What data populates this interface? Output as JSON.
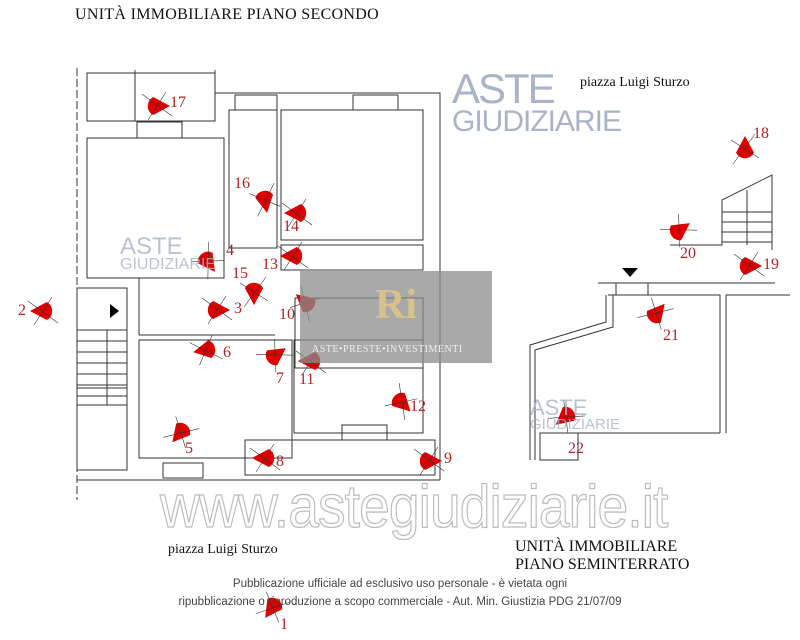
{
  "title": "UNITÀ  IMMOBILIARE  PIANO SECONDO",
  "street_top": "piazza Luigi Sturzo",
  "street_bottom": "piazza Luigi Sturzo",
  "unit_basement": {
    "line1": "UNITÀ  IMMOBILIARE",
    "line2": "PIANO SEMINTERRATO"
  },
  "disclaimer": {
    "line1": "Pubblicazione ufficiale ad esclusivo uso personale - è vietata ogni",
    "line2": "ripubblicazione o riproduzione a scopo commerciale - Aut. Min. Giustizia PDG 21/07/09"
  },
  "watermarks": {
    "site": "www.astegiudiziarie.it",
    "aste_top": "ASTE",
    "aste_bottom": "GIUDIZIARIE",
    "ri_logo": "Ri",
    "ri_tagline": "ASTE•PRESTE•INVESTIMENTI"
  },
  "markers": [
    "1",
    "2",
    "3",
    "4",
    "5",
    "6",
    "7",
    "8",
    "9",
    "10",
    "11",
    "12",
    "13",
    "14",
    "15",
    "16",
    "17",
    "18",
    "19",
    "20",
    "21",
    "22"
  ],
  "colors": {
    "marker": "#e00000",
    "marker_label": "#b22222",
    "walls": "#333333"
  }
}
